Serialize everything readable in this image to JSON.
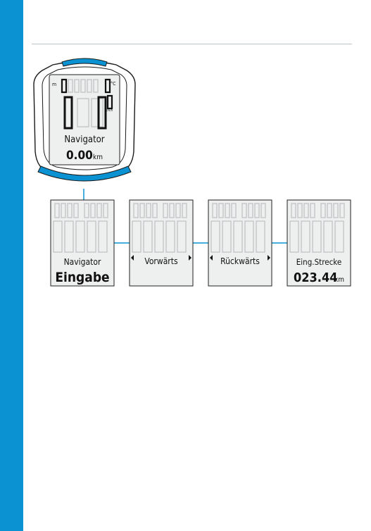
{
  "colors": {
    "accent": "#0a92d2",
    "lcd_bg": "#eeefef",
    "lcd_border": "#222222",
    "ghost_segment": "#c4c8cb"
  },
  "device": {
    "icon_name": "bike-computer-icon",
    "display_top_left_unit": "m",
    "display_temp_unit": "°C",
    "display_speed_unit": "km/h",
    "mode_label": "Navigator",
    "distance_value": "0.00",
    "distance_unit": "km"
  },
  "screens": [
    {
      "line1": "Navigator",
      "line2": "Eingabe",
      "unit": "",
      "arrows": false
    },
    {
      "line1": "Vorwärts",
      "line2": "",
      "unit": "",
      "arrows": true
    },
    {
      "line1": "Rückwärts",
      "line2": "",
      "unit": "",
      "arrows": true
    },
    {
      "line1": "Eing.Strecke",
      "line2": "023.44",
      "unit": "km",
      "arrows": false
    }
  ]
}
